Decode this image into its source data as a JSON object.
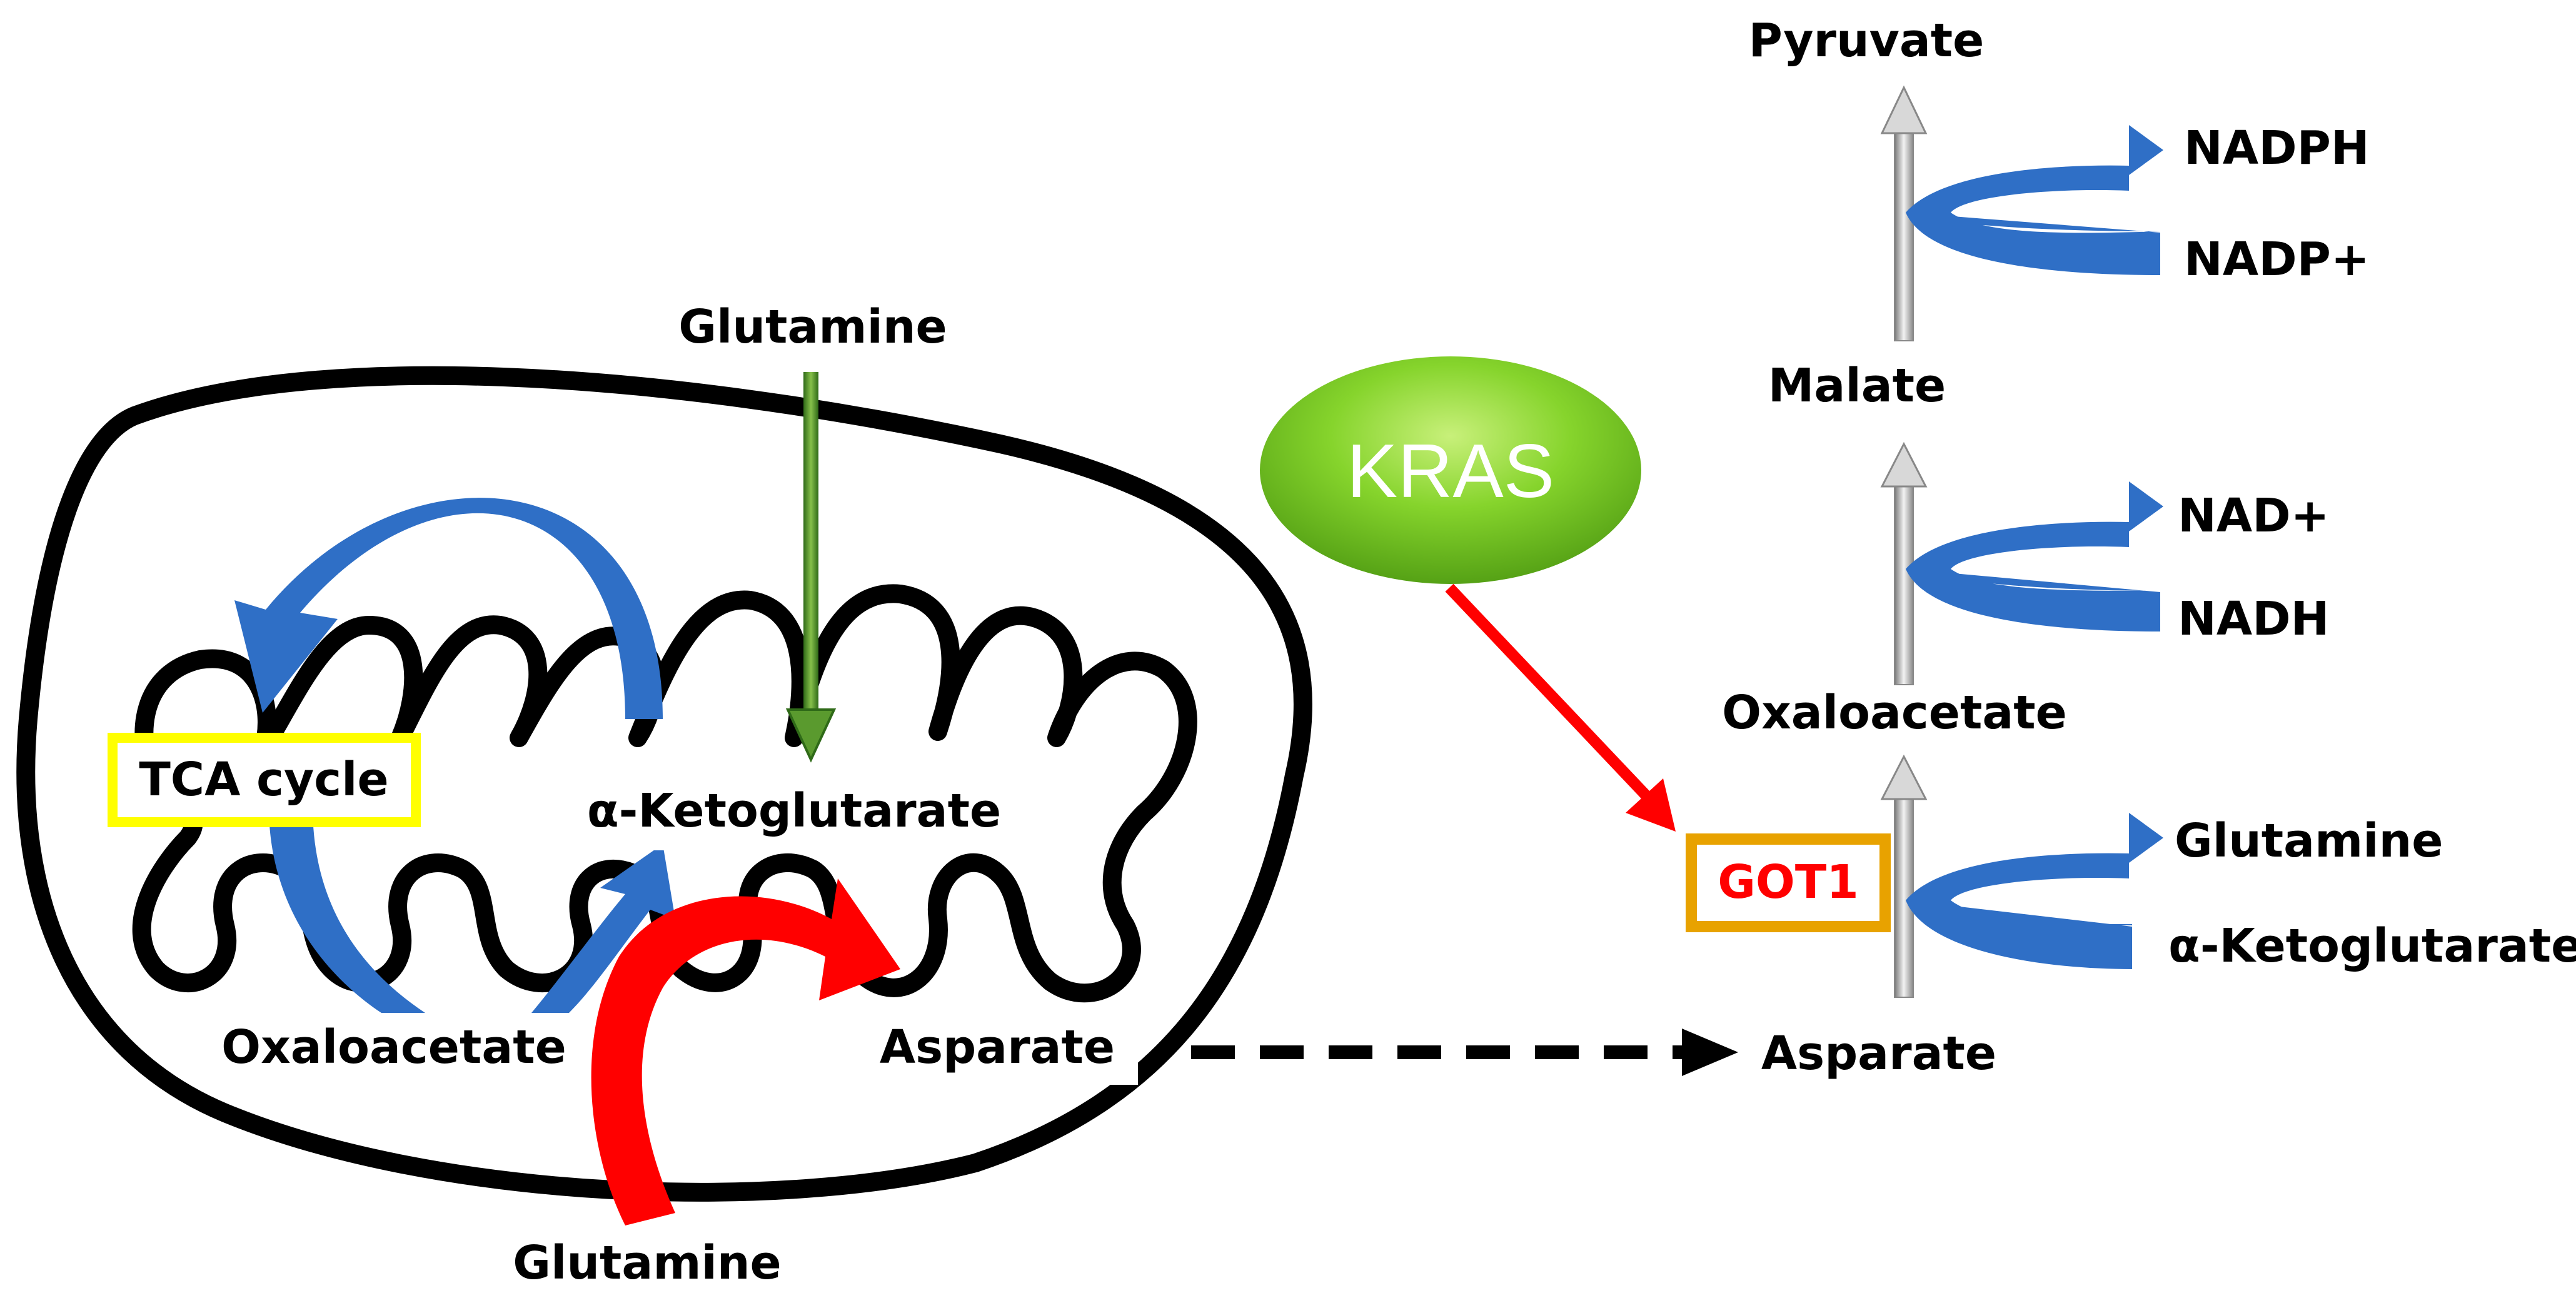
{
  "colors": {
    "blue_arrow": "#2f6fc6",
    "red_arrow": "#ff0000",
    "green_arrow": "#4f8a28",
    "kras_green": "#77cc22",
    "tca_border": "#ffff00",
    "got1_border": "#e8a200",
    "got1_text": "#ff0000",
    "gray_arrow": "#aaaaaa"
  },
  "mitochondrion": {
    "glutamine_top": "Glutamine",
    "tca_cycle": "TCA cycle",
    "alpha_kg": "α-Ketoglutarate",
    "oxaloacetate": "Oxaloacetate",
    "asparate": "Asparate",
    "glutamine_bottom": "Glutamine"
  },
  "kras": {
    "label": "KRAS"
  },
  "got1": {
    "label": "GOT1"
  },
  "cytosol": {
    "pyruvate": "Pyruvate",
    "malate": "Malate",
    "oxaloacetate": "Oxaloacetate",
    "asparate": "Asparate",
    "nadph": "NADPH",
    "nadp_plus": "NADP+",
    "nad_plus": "NAD+",
    "nadh": "NADH",
    "glutamine": "Glutamine",
    "alpha_kg": "α-Ketoglutarate"
  }
}
